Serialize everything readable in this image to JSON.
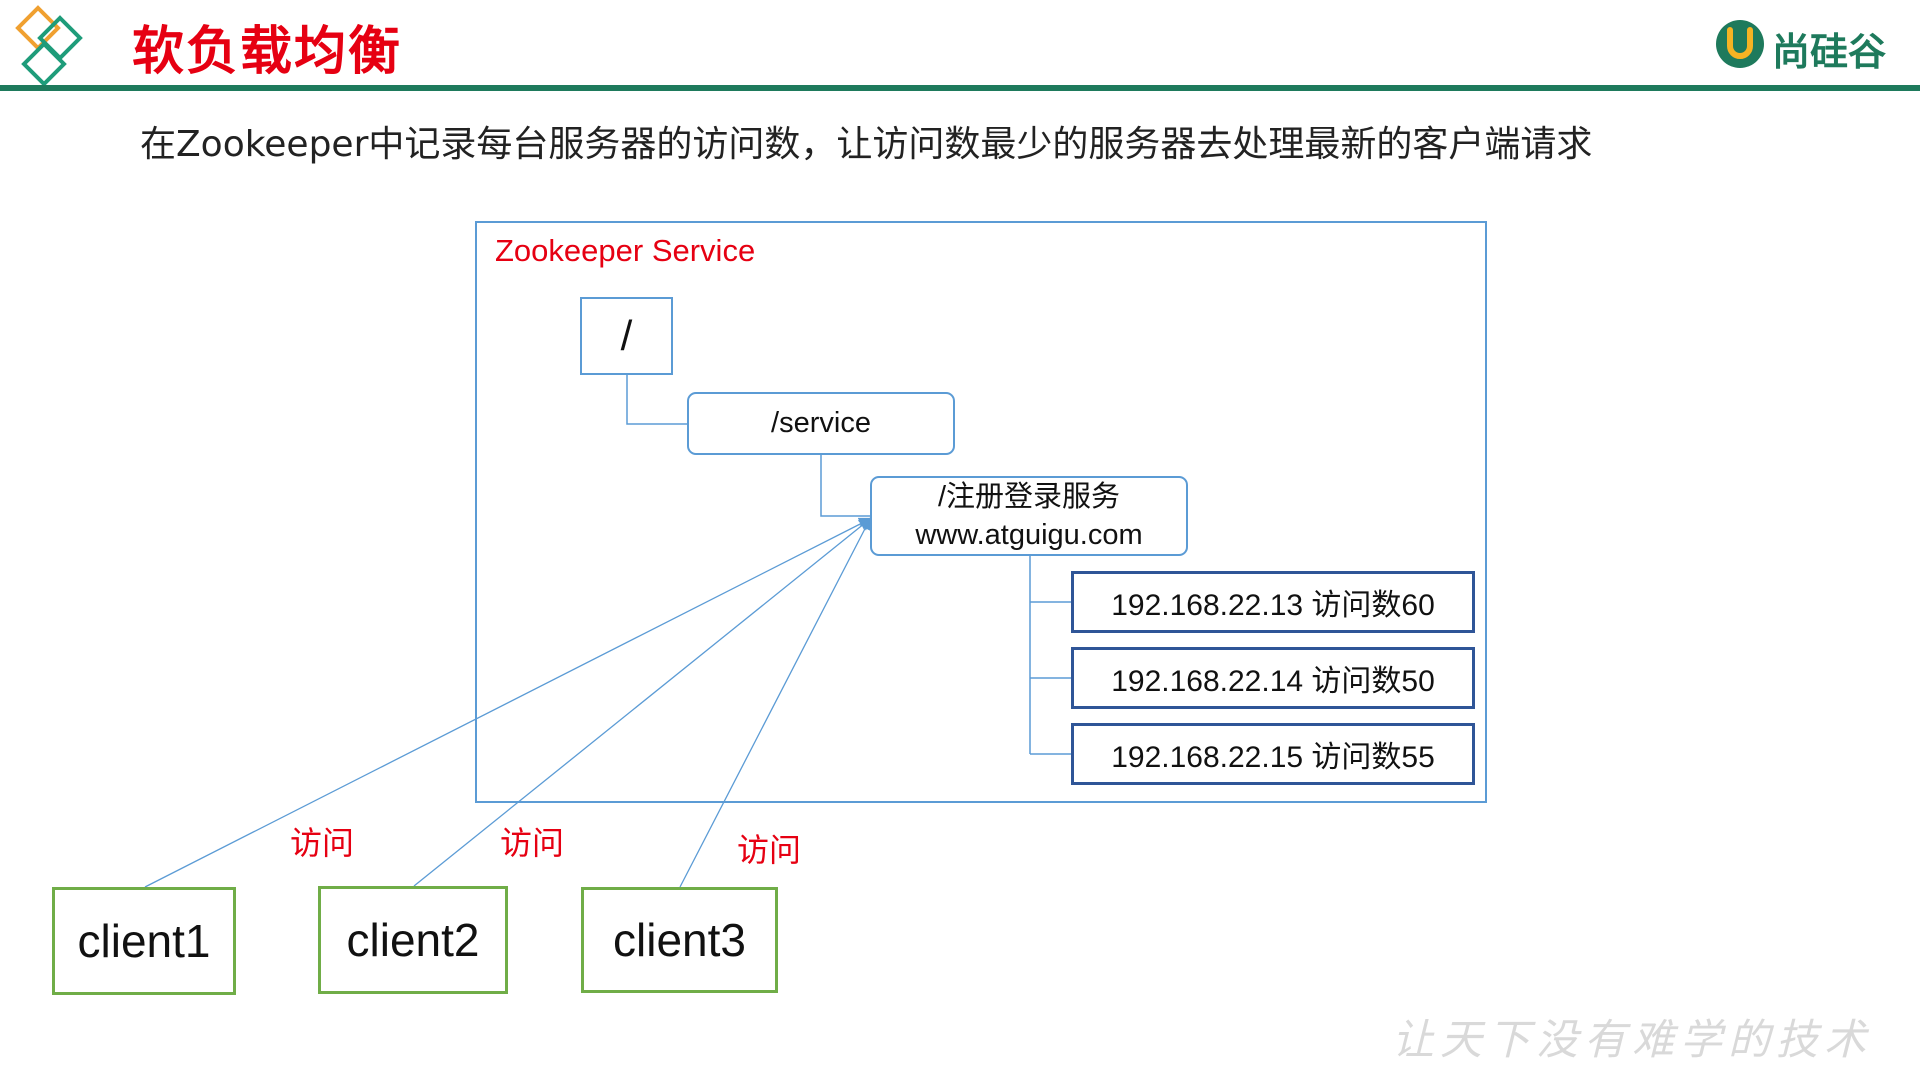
{
  "header": {
    "title": "软负载均衡",
    "brand_name": "尚硅谷",
    "accent_color": "#e60012",
    "rule_color": "#1e7a5c"
  },
  "subtitle": "在Zookeeper中记录每台服务器的访问数，让访问数最少的服务器去处理最新的客户端请求",
  "diagram": {
    "service_label": "Zookeeper Service",
    "nodes": {
      "root": "/",
      "service": "/service",
      "register_line1": "/注册登录服务",
      "register_line2": "www.atguigu.com"
    },
    "servers": [
      {
        "text": "192.168.22.13  访问数60"
      },
      {
        "text": "192.168.22.14 访问数50"
      },
      {
        "text": "192.168.22.15 访问数55"
      }
    ],
    "clients": [
      {
        "label": "client1"
      },
      {
        "label": "client2"
      },
      {
        "label": "client3"
      }
    ],
    "visit_labels": [
      "访问",
      "访问",
      "访问"
    ]
  },
  "footer": {
    "slogan": "让天下没有难学的技术"
  },
  "icons": {
    "header_logo": "diamond-logo-icon",
    "brand_logo": "u-logo-icon"
  }
}
